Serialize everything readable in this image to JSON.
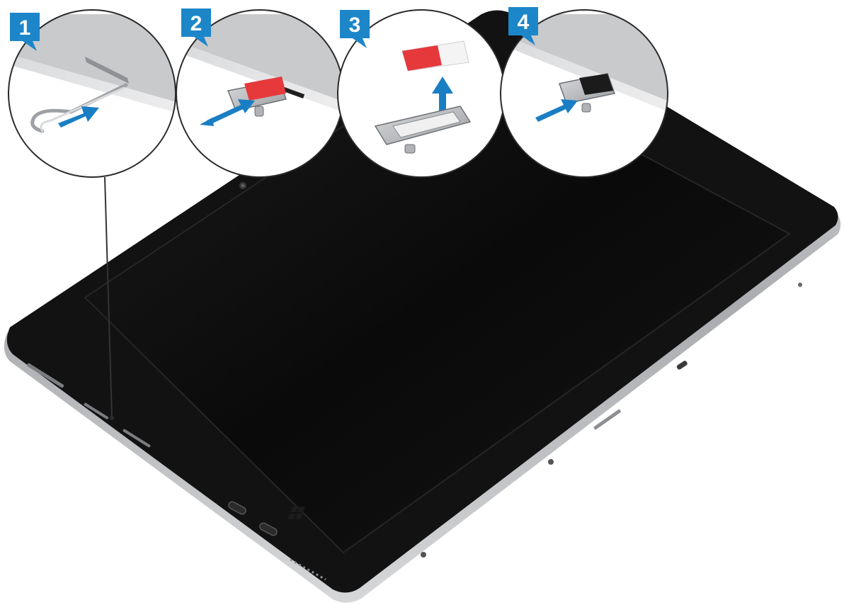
{
  "steps": [
    {
      "number": "1",
      "action": "insert-pin"
    },
    {
      "number": "2",
      "action": "pull-tray"
    },
    {
      "number": "3",
      "action": "remove-sim-card"
    },
    {
      "number": "4",
      "action": "push-tray"
    }
  ],
  "colors": {
    "badge": "#1c86c9",
    "arrow": "#1a7ec4",
    "sim_card": "#e6393c",
    "tablet_body": "#111111",
    "screen": "#050505",
    "frame": "#b8babd",
    "background": "#ffffff"
  }
}
